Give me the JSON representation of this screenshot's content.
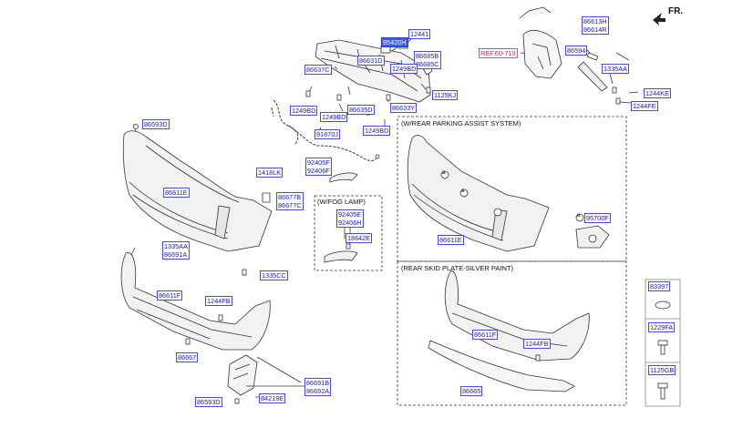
{
  "diagram": {
    "direction_label": "FR.",
    "sections": {
      "fog_lamp": "(W/FOG LAMP)",
      "parking_assist": "(W/REAR PARKING ASSIST SYSTEM)",
      "skid_plate": "(REAR SKID PLATE-SILVER PAINT)"
    },
    "parts": {
      "p12441": "12441",
      "p95420H": "95420H",
      "p86685B": "86685B",
      "p86685C": "86685C",
      "p86631D": "86631D",
      "p86637C": "86637C",
      "p1249BD_a": "1249BD",
      "p1125KJ": "1125KJ",
      "p86633Y": "86633Y",
      "p86635D": "86635D",
      "p1249BD_b": "1249BD",
      "p1249BD_c": "1249BD",
      "p1249BD_d": "1249BD",
      "p91870J": "91870J",
      "p92405F": "92405F",
      "p92406F": "92406F",
      "p86613H": "86613H",
      "p86614R": "86614R",
      "p86594": "86594",
      "p1335AA_a": "1335AA",
      "p1244KE": "1244KE",
      "p1244FE": "1244FE",
      "ref": "REF.60-710",
      "p86593D_a": "86593D",
      "p86611E_a": "86611E",
      "p1418LK": "1418LK",
      "p86677B": "86677B",
      "p86677C": "86677C",
      "p92405E": "92405E",
      "p92406H": "92406H",
      "p18642E": "18642E",
      "p1335AA_b": "1335AA",
      "p86691A": "86691A",
      "p1335CC": "1335CC",
      "p86611F_a": "86611F",
      "p1244FB_a": "1244FB",
      "p86667": "86667",
      "p86691B": "86691B",
      "p86692A": "86692A",
      "p84219E": "84219E",
      "p86593D_b": "86593D",
      "p86611E_b": "86611E",
      "p95700F": "95700F",
      "p86611F_b": "86611F",
      "p1244FB_b": "1244FB",
      "p86665": "86665",
      "p83397": "83397",
      "p1229FA": "1229FA",
      "p1125GB": "1125GB",
      "callout_a1": "a",
      "callout_a2": "a",
      "callout_a3": "a"
    }
  }
}
